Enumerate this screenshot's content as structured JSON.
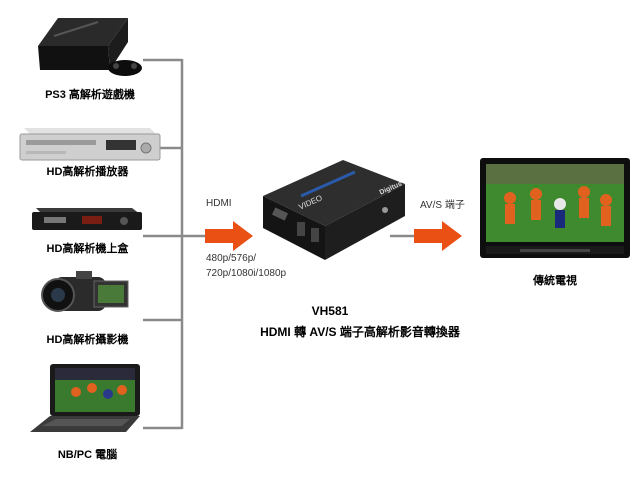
{
  "sources": [
    {
      "label": "PS3 高解析遊戲機",
      "icon": "game-console-icon"
    },
    {
      "label": "HD高解析播放器",
      "icon": "media-player-icon"
    },
    {
      "label": "HD高解析機上盒",
      "icon": "set-top-box-icon"
    },
    {
      "label": "HD高解析攝影機",
      "icon": "camcorder-icon"
    },
    {
      "label": "NB/PC 電腦",
      "icon": "laptop-icon"
    }
  ],
  "input_label": "HDMI",
  "resolutions": [
    "480p/576p/",
    "720p/1080i/1080p"
  ],
  "output_label": "AV/S 端子",
  "destination": {
    "label": "傳統電視",
    "icon": "tv-icon"
  },
  "device": {
    "model": "VH581",
    "description": "HDMI 轉  AV/S 端子高解析影音轉換器",
    "brand": "Digitus",
    "face_text": "VIDEO"
  },
  "colors": {
    "arrow": "#ea4f14",
    "connector": "#8a8a8a",
    "device": "#1a1a1a",
    "screen_grass": "#3f8a2e",
    "jersey": "#e0621e"
  }
}
